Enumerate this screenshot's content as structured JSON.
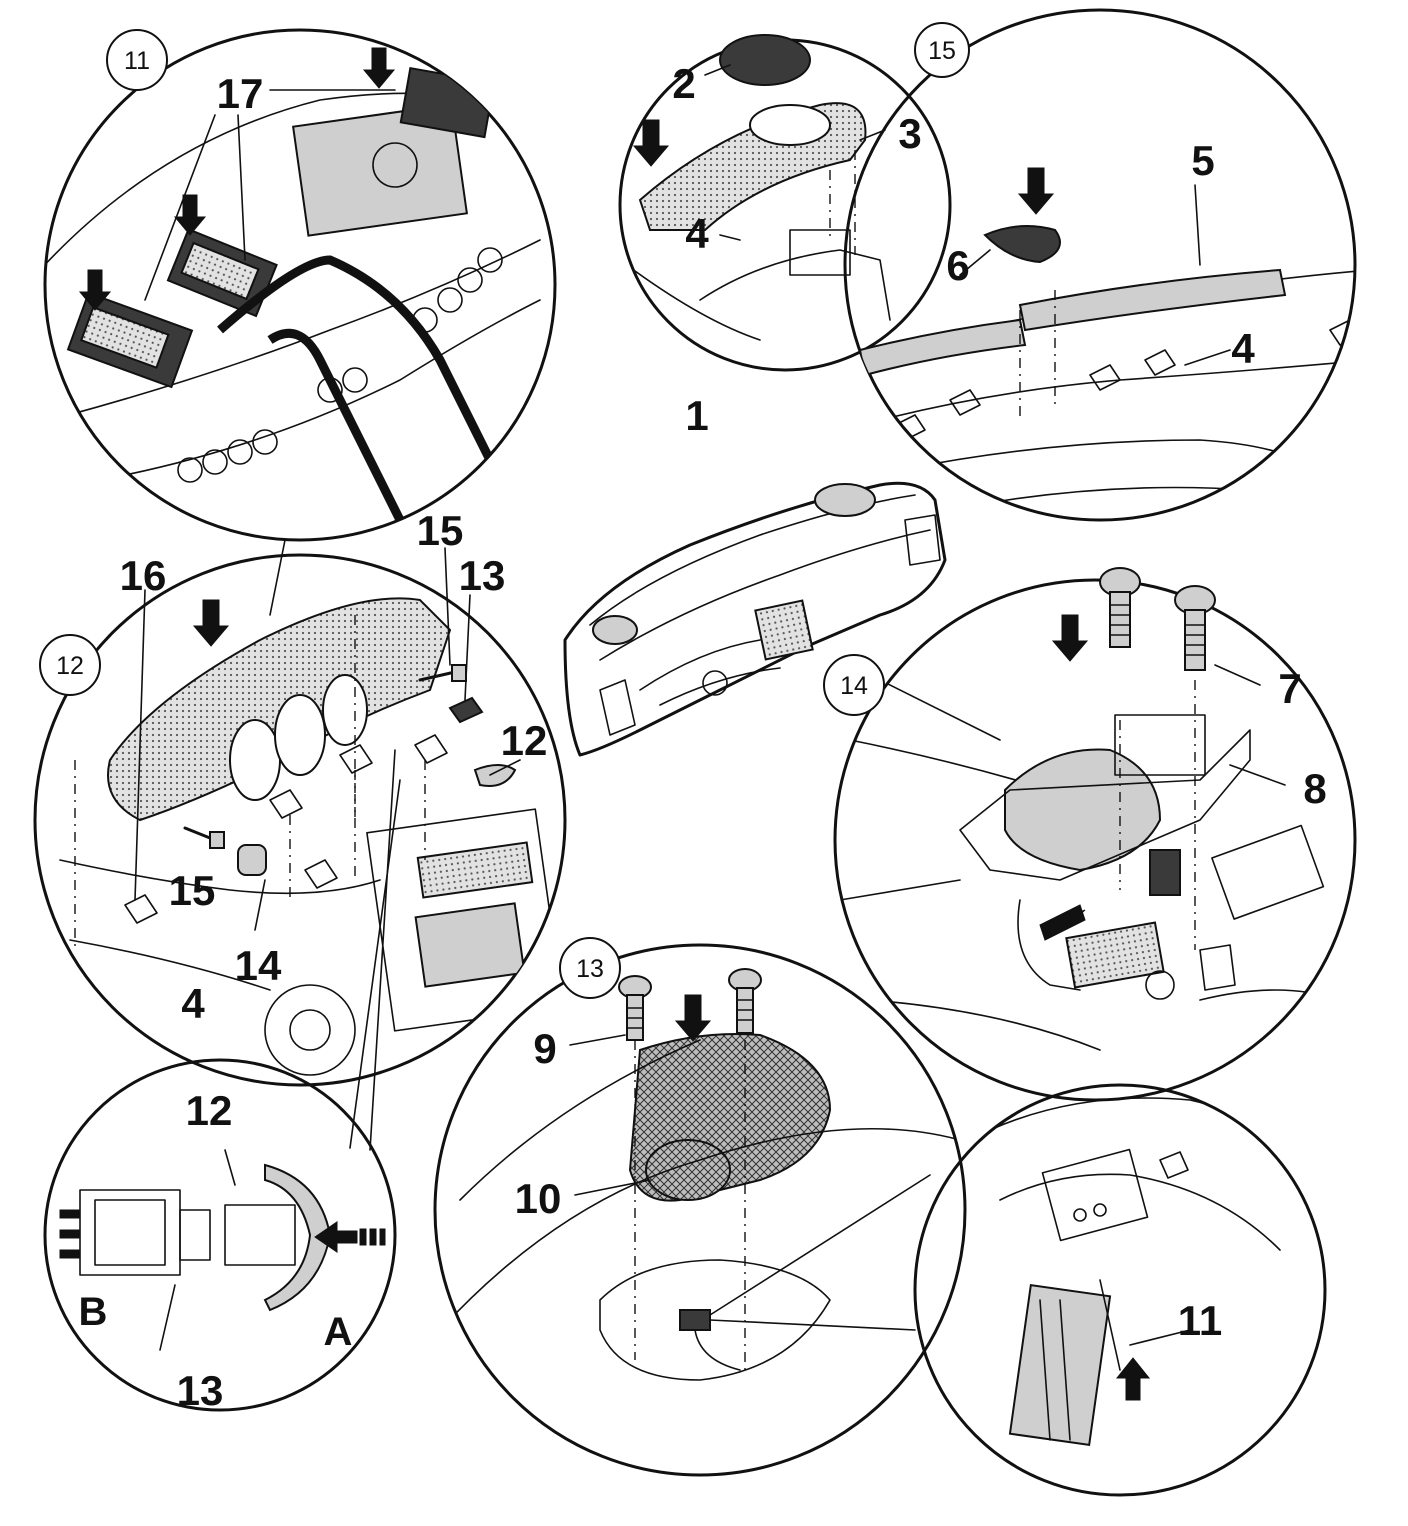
{
  "colors": {
    "ink": "#111111",
    "paper": "#ffffff",
    "shade": "#cfcfcf"
  },
  "icons": [
    "down-arrow-icon",
    "left-arrow-icon",
    "up-arrow-icon",
    "screw-icon",
    "clip-icon"
  ],
  "detail_markers": {
    "m11": "11",
    "m12": "12",
    "m13": "13",
    "m14": "14",
    "m15": "15"
  },
  "callouts": {
    "c1": "1",
    "c2": "2",
    "c3": "3",
    "c4a": "4",
    "c4b": "4",
    "c4c": "4",
    "c5": "5",
    "c6": "6",
    "c7": "7",
    "c8": "8",
    "c9": "9",
    "c10": "10",
    "c11": "11",
    "c12a": "12",
    "c12b": "12",
    "c13a": "13",
    "c13b": "13",
    "c14": "14",
    "c15a": "15",
    "c15b": "15",
    "c16": "16",
    "c17": "17"
  },
  "letters": {
    "a": "A",
    "b": "B"
  }
}
